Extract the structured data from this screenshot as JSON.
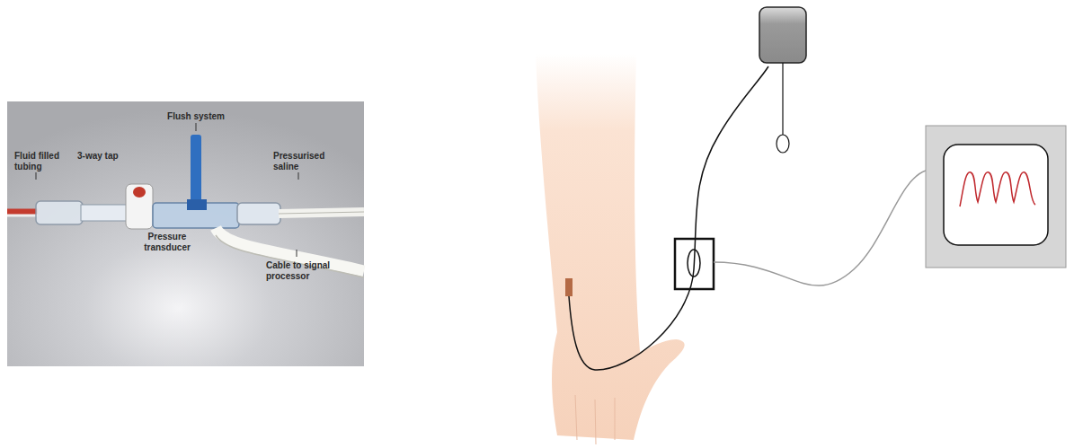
{
  "diagram": {
    "labels": [
      "Flush system",
      "Fluid filled tubing",
      "3-way tap",
      "Pressurised saline",
      "Pressure transducer",
      "Cable to signal processor"
    ]
  }
}
